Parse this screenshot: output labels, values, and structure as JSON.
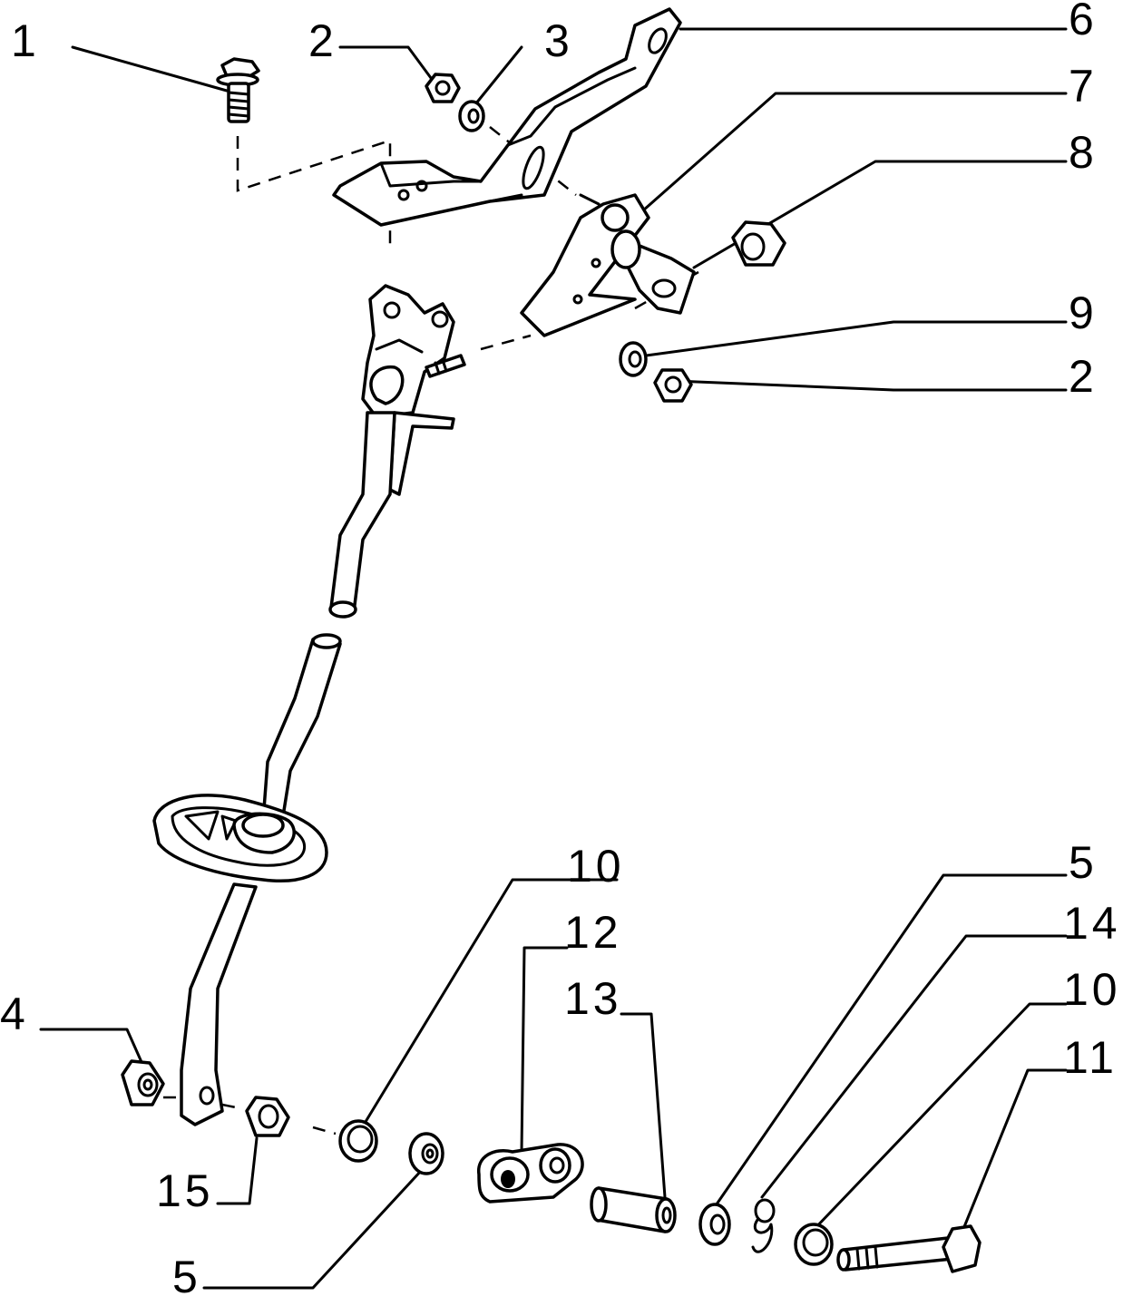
{
  "callouts": [
    {
      "id": "c1",
      "text": "1"
    },
    {
      "id": "c2a",
      "text": "2"
    },
    {
      "id": "c3",
      "text": "3"
    },
    {
      "id": "c6",
      "text": "6"
    },
    {
      "id": "c7",
      "text": "7"
    },
    {
      "id": "c8",
      "text": "8"
    },
    {
      "id": "c9",
      "text": "9"
    },
    {
      "id": "c2b",
      "text": "2"
    },
    {
      "id": "c10a",
      "text": "10"
    },
    {
      "id": "c12",
      "text": "12"
    },
    {
      "id": "c13",
      "text": "13"
    },
    {
      "id": "c5a",
      "text": "5"
    },
    {
      "id": "c14",
      "text": "14"
    },
    {
      "id": "c10b",
      "text": "10"
    },
    {
      "id": "c11",
      "text": "11"
    },
    {
      "id": "c4",
      "text": "4"
    },
    {
      "id": "c15",
      "text": "15"
    },
    {
      "id": "c5b",
      "text": "5"
    }
  ]
}
